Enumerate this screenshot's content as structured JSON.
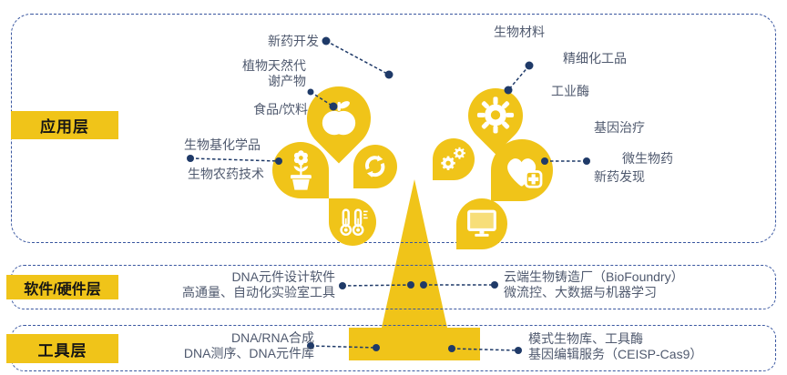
{
  "palette": {
    "yellow": "#F0C419",
    "yellow_light": "#F7DE79",
    "navy_dot": "#1F3A68",
    "dashed_border_blue": "#3A57A0",
    "label_text_gray": "#4F596E",
    "layer_label_text": "#151515"
  },
  "layers": {
    "application": {
      "label": "应用层",
      "left_labels": [
        {
          "text": "新药开发"
        },
        {
          "line1": "植物天然代",
          "line2": "谢产物"
        },
        {
          "text": "食品/饮料"
        },
        {
          "text": "生物基化学品"
        },
        {
          "text": "生物农药技术"
        }
      ],
      "right_labels": [
        {
          "text": "生物材料"
        },
        {
          "text": "精细化工品"
        },
        {
          "text": "工业酶"
        },
        {
          "text": "基因治疗"
        },
        {
          "text": "微生物药"
        },
        {
          "text": "新药发现"
        }
      ],
      "icons": [
        "apple-icon",
        "flower-pot-icon",
        "recycle-icon",
        "thermometer-icon",
        "gears-icon",
        "gear-icon",
        "medical-heart-icon",
        "monitor-icon"
      ]
    },
    "software_hardware": {
      "label": "软件/硬件层",
      "left_lines": [
        "DNA元件设计软件",
        "高通量、自动化实验室工具"
      ],
      "right_lines": [
        "云端生物铸造厂（BioFoundry）",
        "微流控、大数据与机器学习"
      ]
    },
    "tools": {
      "label": "工具层",
      "left_lines": [
        "DNA/RNA合成",
        "DNA测序、DNA元件库"
      ],
      "right_lines": [
        "模式生物库、工具酶",
        "基因编辑服务（CEISP-Cas9）"
      ]
    }
  }
}
